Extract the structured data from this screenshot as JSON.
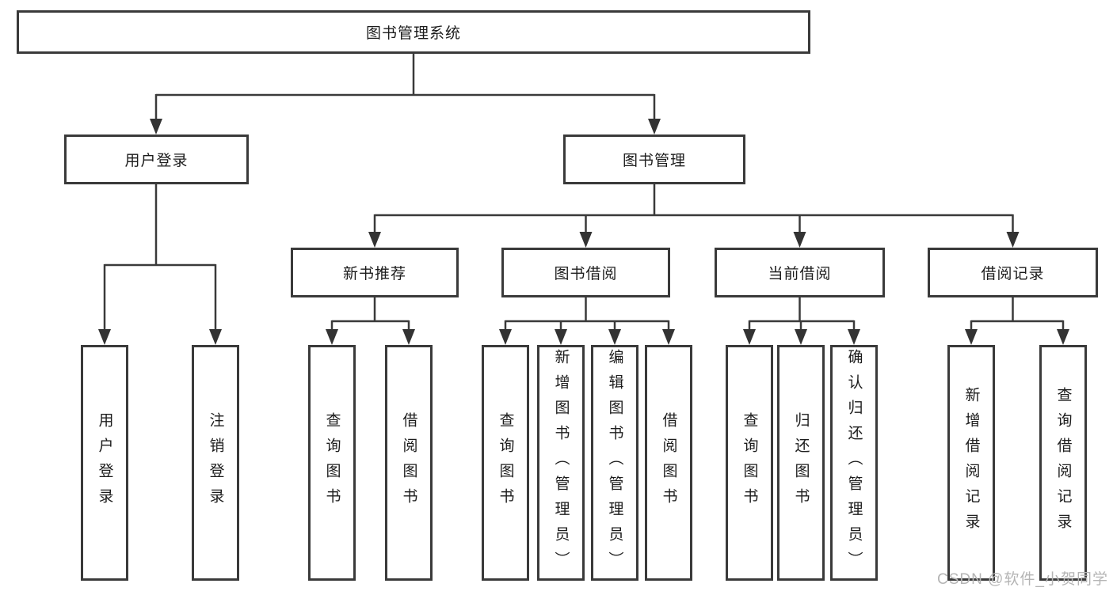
{
  "page": {
    "background": "#ffffff",
    "line_color": "#3a3a3a",
    "text_color": "#1c1c1c"
  },
  "nodes": {
    "root": {
      "label": "图书管理系统"
    },
    "level2": [
      {
        "label": "用户登录"
      },
      {
        "label": "图书管理"
      }
    ],
    "level3": [
      {
        "label": "新书推荐"
      },
      {
        "label": "图书借阅"
      },
      {
        "label": "当前借阅"
      },
      {
        "label": "借阅记录"
      }
    ],
    "leaves": {
      "user_login": [
        {
          "label": "用户登录"
        },
        {
          "label": "注销登录"
        }
      ],
      "new_book": [
        {
          "label": "查询图书"
        },
        {
          "label": "借阅图书"
        }
      ],
      "book_borrow": [
        {
          "label": "查询图书"
        },
        {
          "label": "新增图书（管理员）"
        },
        {
          "label": "编辑图书（管理员）"
        },
        {
          "label": "借阅图书"
        }
      ],
      "current_borrow": [
        {
          "label": "查询图书"
        },
        {
          "label": "归还图书"
        },
        {
          "label": "确认归还（管理员）"
        }
      ],
      "borrow_record": [
        {
          "label": "新增借阅记录"
        },
        {
          "label": "查询借阅记录"
        }
      ]
    }
  },
  "watermark": {
    "text": "CSDN @软件_小贺同学",
    "color": "#b4b4b4"
  }
}
